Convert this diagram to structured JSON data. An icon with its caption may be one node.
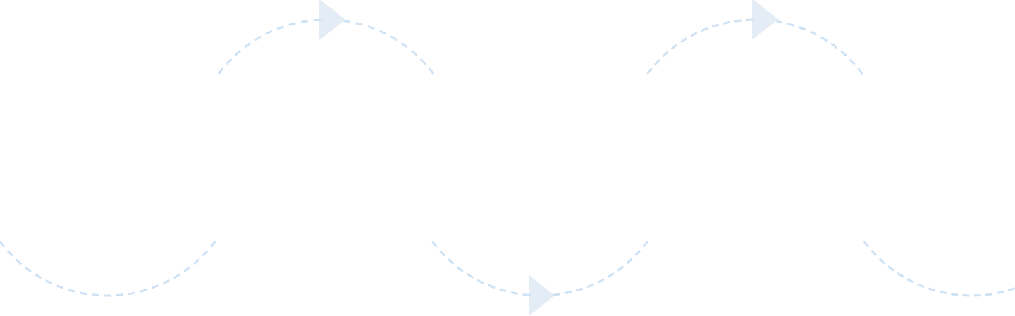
{
  "diagram": {
    "nodes": [
      {
        "text": [],
        "shape": "triangle"
      },
      {
        "text": [],
        "shape": "triangle"
      },
      {
        "text": [],
        "shape": "triangle"
      }
    ],
    "edges": [
      {
        "from": null,
        "to": 0,
        "arrow": "none",
        "style": "dashed"
      },
      {
        "from": 0,
        "to": null,
        "arrow": "none",
        "style": "dashed"
      },
      {
        "from": null,
        "to": 1,
        "arrow": "none",
        "style": "dashed"
      },
      {
        "from": 1,
        "to": null,
        "arrow": "none",
        "style": "dashed"
      },
      {
        "from": null,
        "to": 2,
        "arrow": "none",
        "style": "dashed"
      },
      {
        "from": 2,
        "to": null,
        "arrow": "none",
        "style": "dashed"
      }
    ]
  }
}
